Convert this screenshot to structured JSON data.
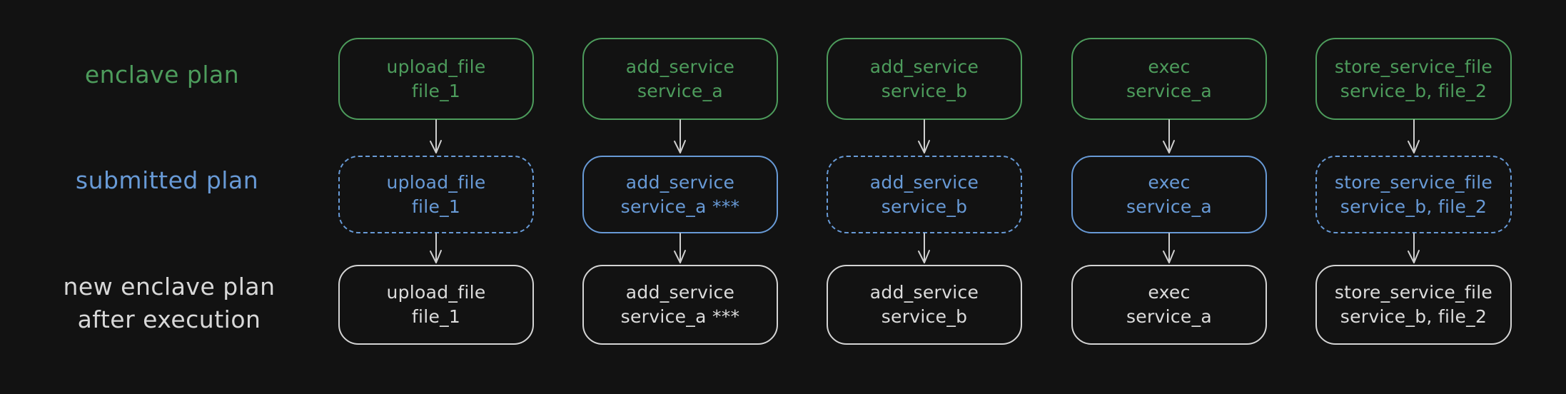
{
  "diagram": {
    "background": "#121212",
    "rows": [
      {
        "id": "enclave-plan",
        "label": "enclave plan",
        "color": "#4d9c5c"
      },
      {
        "id": "submitted-plan",
        "label": "submitted plan",
        "color": "#689ad6"
      },
      {
        "id": "new-enclave-plan",
        "label_line1": "new enclave plan",
        "label_line2": "after execution",
        "color": "#d8d8d8"
      }
    ],
    "columns": [
      {
        "enclave": {
          "line1": "upload_file",
          "line2": "file_1"
        },
        "submitted": {
          "line1": "upload_file",
          "line2": "file_1",
          "border": "dashed"
        },
        "executed": {
          "line1": "upload_file",
          "line2": "file_1"
        }
      },
      {
        "enclave": {
          "line1": "add_service",
          "line2": "service_a"
        },
        "submitted": {
          "line1": "add_service",
          "line2": "service_a ***",
          "border": "solid"
        },
        "executed": {
          "line1": "add_service",
          "line2": "service_a ***"
        }
      },
      {
        "enclave": {
          "line1": "add_service",
          "line2": "service_b"
        },
        "submitted": {
          "line1": "add_service",
          "line2": "service_b",
          "border": "dashed"
        },
        "executed": {
          "line1": "add_service",
          "line2": "service_b"
        }
      },
      {
        "enclave": {
          "line1": "exec",
          "line2": "service_a"
        },
        "submitted": {
          "line1": "exec",
          "line2": "service_a",
          "border": "solid"
        },
        "executed": {
          "line1": "exec",
          "line2": "service_a"
        }
      },
      {
        "enclave": {
          "line1": "store_service_file",
          "line2": "service_b, file_2"
        },
        "submitted": {
          "line1": "store_service_file",
          "line2": "service_b, file_2",
          "border": "dashed"
        },
        "executed": {
          "line1": "store_service_file",
          "line2": "service_b, file_2"
        }
      }
    ],
    "colors": {
      "green": "#4d9c5c",
      "blue": "#689ad6",
      "white": "#d4d4d4",
      "arrow": "#cfcfcf"
    }
  }
}
